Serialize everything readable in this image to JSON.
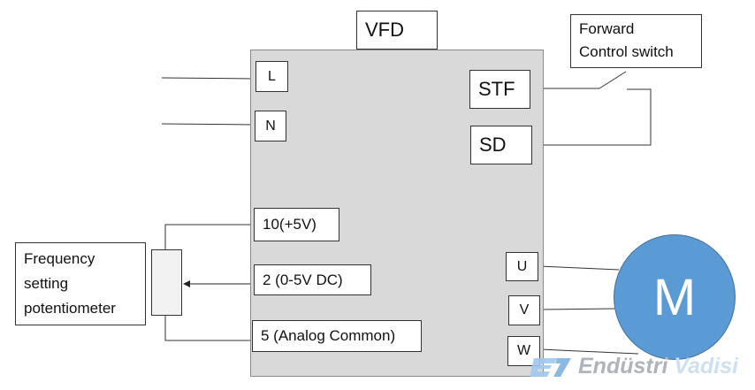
{
  "vfd": {
    "title": "VFD"
  },
  "terminals": {
    "L": "L",
    "N": "N",
    "STF": "STF",
    "SD": "SD",
    "t10": "10(+5V)",
    "t2": "2 (0-5V DC)",
    "t5": "5 (Analog Common)",
    "U": "U",
    "V": "V",
    "W": "W"
  },
  "switch_label": [
    "Forward",
    "Control switch"
  ],
  "potentiometer_label": [
    "Frequency",
    "setting",
    "potentiometer"
  ],
  "motor": {
    "label": "M",
    "color": "#5b9bd5"
  },
  "watermark": {
    "part1": "Endüstri ",
    "part2": "Vadisi"
  }
}
